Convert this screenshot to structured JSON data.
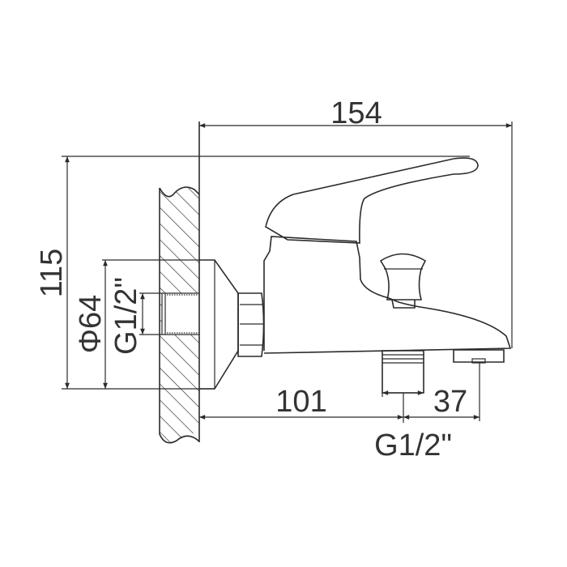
{
  "dimensions": {
    "overall_length": "154",
    "overall_height": "115",
    "flange_diameter": "Φ64",
    "wall_inlet_thread": "G1/2\"",
    "outlet_distance": "101",
    "spout_offset": "37",
    "bottom_outlet_thread": "G1/2\""
  },
  "colors": {
    "line": "#2b2b2b",
    "text": "#333333"
  }
}
